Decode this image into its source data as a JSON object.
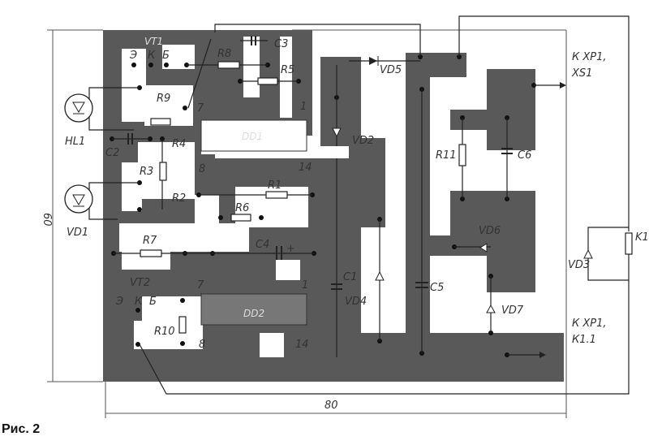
{
  "figure_caption": "Рис. 2",
  "dimensions": {
    "height": "60",
    "width": "80"
  },
  "components": {
    "vt1": "VT1",
    "vt1_pins": [
      "Э",
      "К",
      "Б"
    ],
    "vt2": "VT2",
    "vt2_pins": [
      "Э",
      "К",
      "Б"
    ],
    "hl1": "HL1",
    "vd1": "VD1",
    "vd2": "VD2",
    "vd3": "VD3",
    "vd4": "VD4",
    "vd5": "VD5",
    "vd6": "VD6",
    "vd7": "VD7",
    "r1": "R1",
    "r2": "R2",
    "r3": "R3",
    "r4": "R4",
    "r5": "R5",
    "r6": "R6",
    "r7": "R7",
    "r8": "R8",
    "r9": "R9",
    "r10": "R10",
    "r11": "R11",
    "c1": "C1",
    "c2": "C2",
    "c3": "C3",
    "c4": "C4",
    "c5": "C5",
    "c6": "C6",
    "dd1": "DD1",
    "dd2": "DD2",
    "k1": "K1",
    "dd1_pins": [
      "7",
      "1",
      "8",
      "14"
    ],
    "dd2_pins": [
      "7",
      "1",
      "8",
      "14"
    ],
    "plus": "+"
  },
  "connections": {
    "top_line1": "К ХР1,",
    "top_line2": "XS1",
    "bottom_line1": "К ХР1,",
    "bottom_line2": "К1.1"
  }
}
